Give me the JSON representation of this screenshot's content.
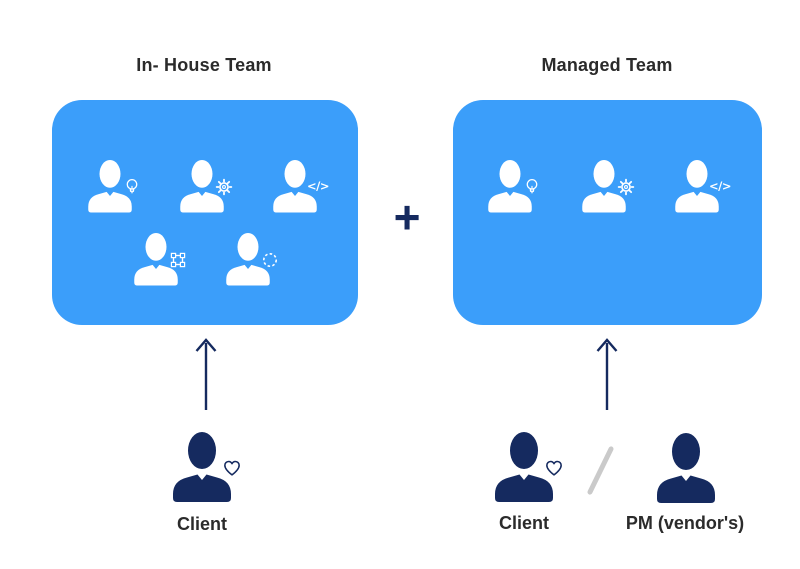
{
  "colors": {
    "box_blue": "#3B9EFA",
    "navy": "#152A5F",
    "title_text": "#2B2B2B",
    "label_text": "#2B2B2B",
    "slash_gray": "#CACACA",
    "icon_white": "#FFFFFF",
    "background": "#FFFFFF"
  },
  "plus_sign": "+",
  "icons": {
    "code_text": "</>"
  },
  "left_group": {
    "title": "In- House Team",
    "client_label": "Client",
    "members": [
      {
        "badge": "lightbulb"
      },
      {
        "badge": "gear"
      },
      {
        "badge": "code"
      },
      {
        "badge": "vector-square"
      },
      {
        "badge": "dashed-circle"
      }
    ]
  },
  "right_group": {
    "title": "Managed Team",
    "client_label": "Client",
    "pm_label": "PM (vendor's)",
    "members": [
      {
        "badge": "lightbulb"
      },
      {
        "badge": "gear"
      },
      {
        "badge": "code"
      }
    ]
  }
}
